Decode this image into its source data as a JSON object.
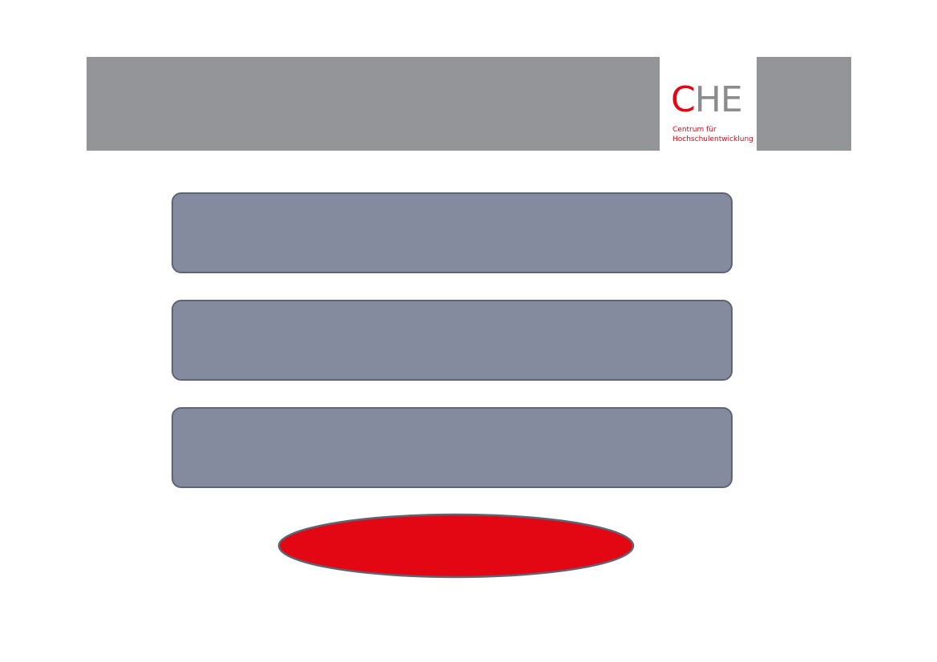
{
  "header": {
    "logo": {
      "mark_c": "C",
      "mark_he": "HE",
      "line1": "Centrum für",
      "line2": "Hochschulentwicklung"
    }
  },
  "colors": {
    "header_gray": "#939598",
    "brand_red": "#e30613",
    "box_fill": "#858b9f",
    "box_border": "#5d6474",
    "oval_fill": "#e30613"
  },
  "boxes": [
    {
      "text": ""
    },
    {
      "text": ""
    },
    {
      "text": ""
    }
  ],
  "oval": {
    "text": ""
  }
}
